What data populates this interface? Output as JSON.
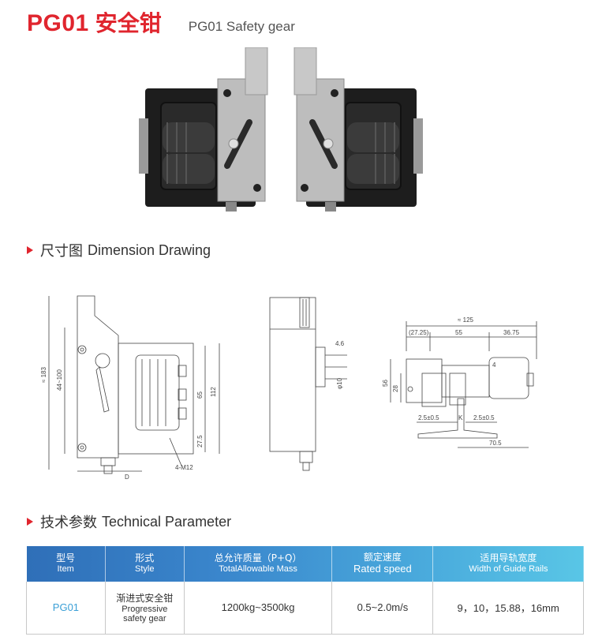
{
  "header": {
    "model": "PG01",
    "title_cn": "安全钳",
    "title_en": "PG01 Safety gear"
  },
  "sections": {
    "dimension": {
      "cn": "尺寸图",
      "en": "Dimension Drawing"
    },
    "technical": {
      "cn": "技术参数",
      "en": "Technical Parameter"
    }
  },
  "drawing_labels": {
    "left": {
      "h183": "≈ 183",
      "h44_100": "44~100",
      "h112": "112",
      "h65": "65",
      "h27_5": "27.5",
      "d": "D",
      "m12": "4-M12"
    },
    "middle": {
      "w4_6": "4.6",
      "phi10": "φ10"
    },
    "right": {
      "w125": "≈ 125",
      "w27_25": "(27.25)",
      "w55": "55",
      "w36_75": "36.75",
      "h56": "56",
      "h28": "28",
      "w4": "4",
      "g1": "2.5±0.5",
      "k": "K",
      "g2": "2.5±0.5",
      "w70_5": "70.5"
    }
  },
  "table": {
    "headers": [
      {
        "cn": "型号",
        "en": "Item"
      },
      {
        "cn": "形式",
        "en": "Style"
      },
      {
        "cn": "总允许质量（P+Q）",
        "en": "TotalAllowable Mass"
      },
      {
        "cn": "额定速度",
        "en": "Rated speed"
      },
      {
        "cn": "适用导轨宽度",
        "en": "Width of Guide Rails"
      }
    ],
    "row": {
      "item": "PG01",
      "style_cn": "渐进式安全钳",
      "style_en1": "Progressive",
      "style_en2": "safety gear",
      "mass": "1200kg~3500kg",
      "speed": "0.5~2.0m/s",
      "rails": "9，10，15.88，16mm"
    }
  },
  "colors": {
    "brand_red": "#e0252e",
    "header_blue_start": "#2f6fb8",
    "header_blue_end": "#59c6e6",
    "item_blue": "#3a9fd6"
  }
}
